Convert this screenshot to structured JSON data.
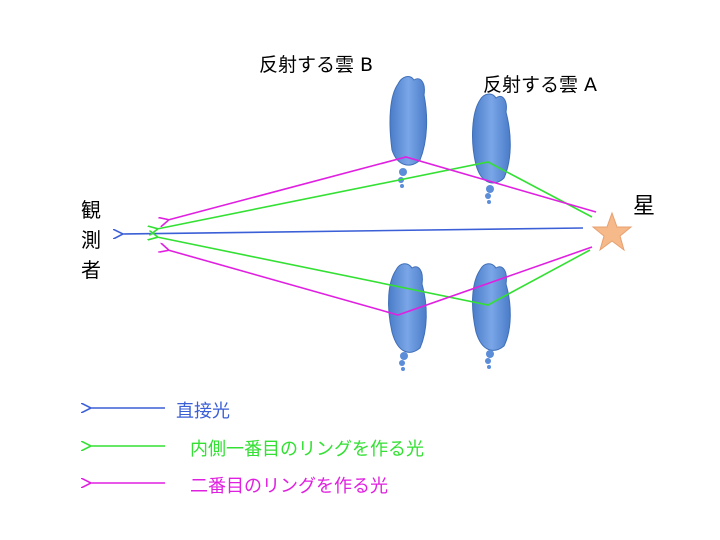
{
  "labels": {
    "cloud_b": "反射する雲 B",
    "cloud_a": "反射する雲 A",
    "star": "星",
    "observer": [
      "観",
      "測",
      "者"
    ]
  },
  "legend": [
    {
      "key": "direct",
      "text": "直接光",
      "color": "#3b5fd6"
    },
    {
      "key": "inner",
      "text": "内側一番目のリングを作る光",
      "color": "#33e033"
    },
    {
      "key": "second",
      "text": "二番目のリングを作る光",
      "color": "#e020e0"
    }
  ],
  "colors": {
    "direct": "#3b5fd6",
    "inner": "#33e033",
    "second": "#e020e0",
    "cloud": "#5b8dd8",
    "star": "#f5b98a"
  }
}
